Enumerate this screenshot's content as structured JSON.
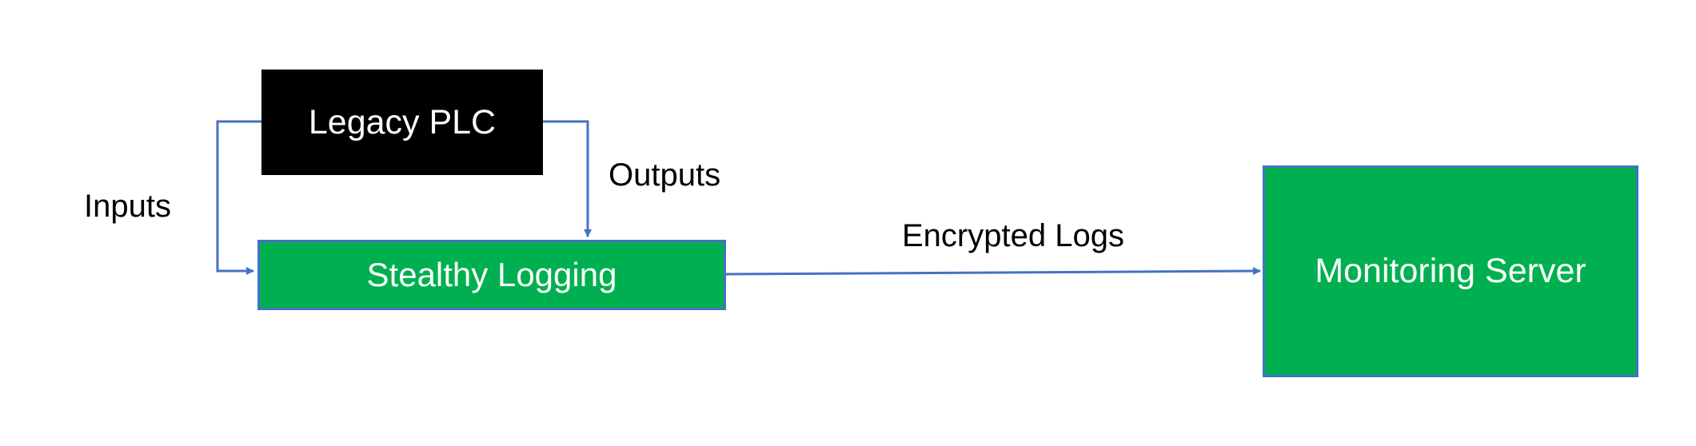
{
  "diagram": {
    "nodes": {
      "legacy_plc": "Legacy PLC",
      "stealthy_logging": "Stealthy Logging",
      "monitoring_server": "Monitoring Server"
    },
    "edge_labels": {
      "inputs": "Inputs",
      "outputs": "Outputs",
      "encrypted_logs": "Encrypted Logs"
    },
    "colors": {
      "plc_fill": "#000000",
      "process_fill": "#00b050",
      "connector": "#4472c4",
      "node_text": "#ffffff",
      "label_text": "#000000"
    }
  }
}
